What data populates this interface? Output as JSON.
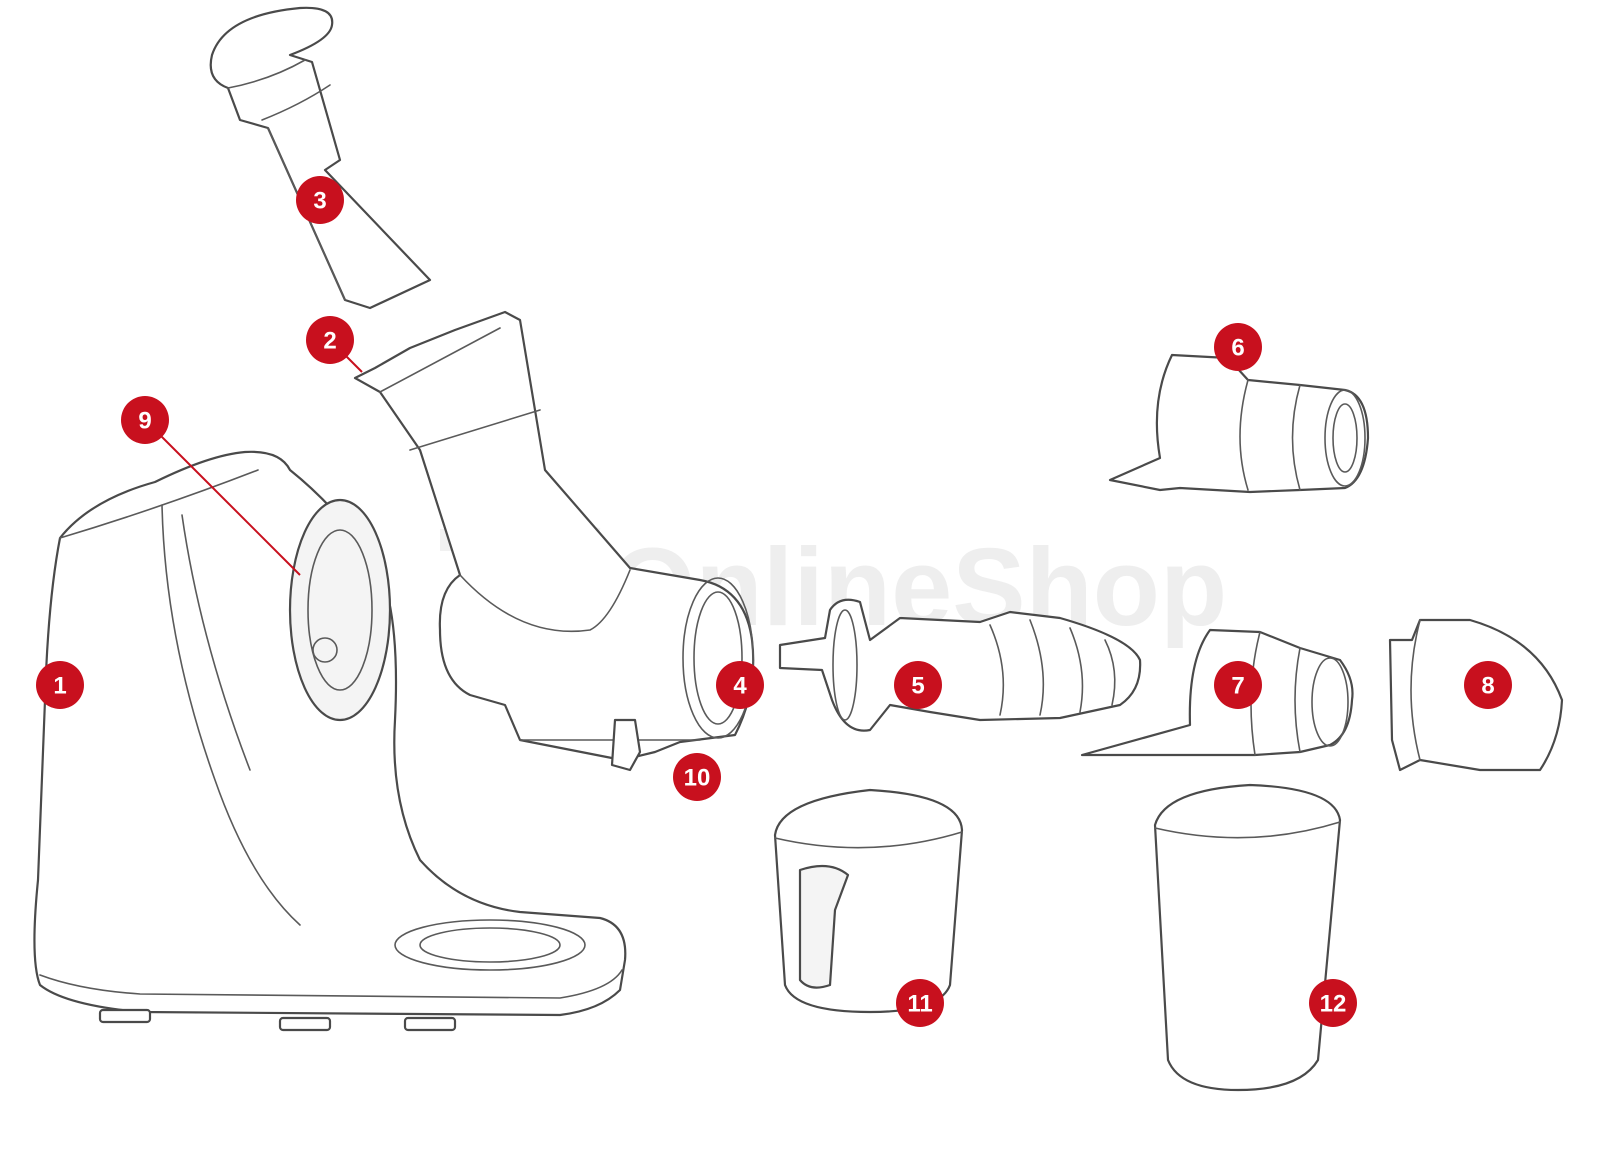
{
  "watermark": "OnlineShop",
  "accent_color": "#c8101e",
  "callouts": [
    "1",
    "2",
    "3",
    "4",
    "5",
    "6",
    "7",
    "8",
    "9",
    "10",
    "11",
    "12"
  ]
}
